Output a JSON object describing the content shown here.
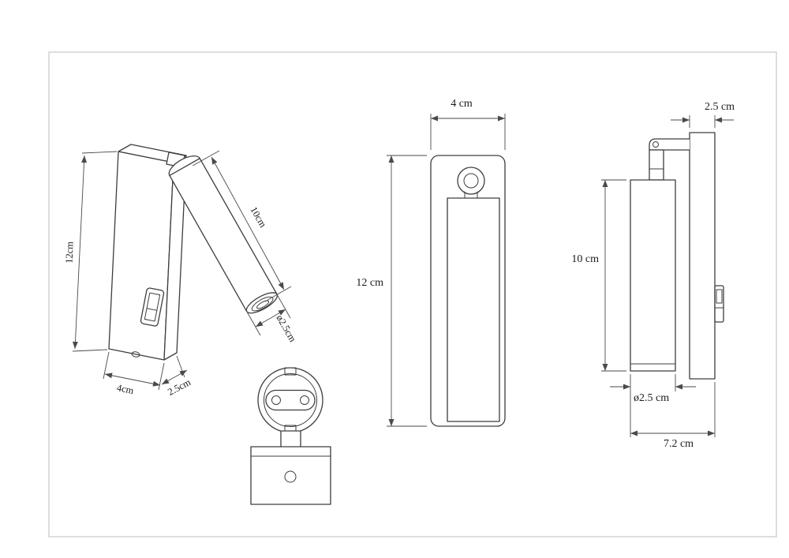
{
  "views": {
    "isometric": {
      "dim_height": "12cm",
      "dim_arm_length": "10cm",
      "dim_diameter": "ø2.5cm",
      "dim_width": "4cm",
      "dim_depth": "2.5cm"
    },
    "front": {
      "dim_width": "4 cm",
      "dim_height": "12 cm"
    },
    "side": {
      "dim_plate_depth": "2.5 cm",
      "dim_arm_length": "10 cm",
      "dim_diameter": "ø2.5 cm",
      "dim_total_depth": "7.2 cm"
    }
  },
  "colors": {
    "outline": "#3d3d3d",
    "dimension": "#4a4a4a",
    "text": "#1b1b1b",
    "frame_border": "#d2d2d2",
    "background": "#ffffff"
  }
}
